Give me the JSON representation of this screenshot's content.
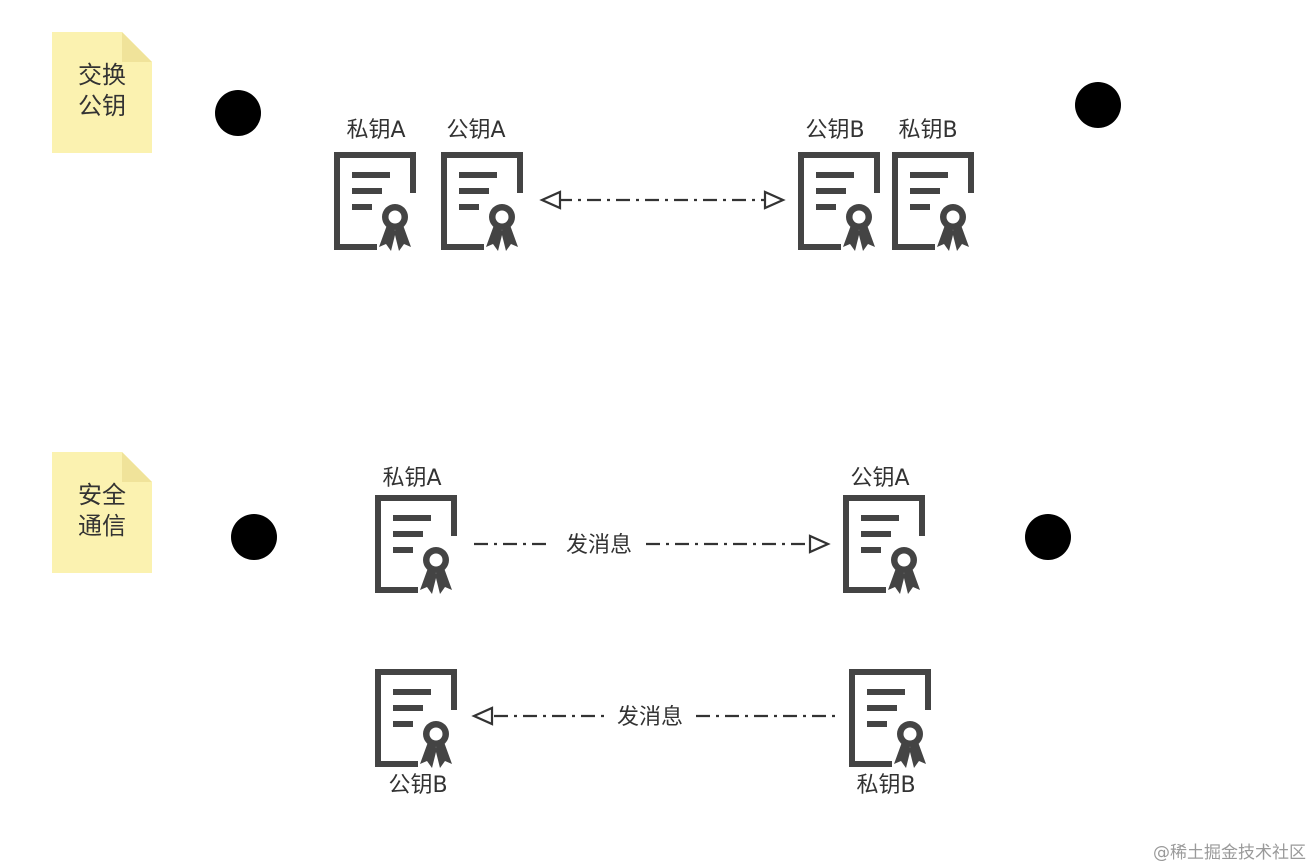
{
  "exchange": {
    "note_line1": "交换",
    "note_line2": "公钥",
    "left_key1": "私钥A",
    "left_key2": "公钥A",
    "right_key1": "公钥B",
    "right_key2": "私钥B"
  },
  "secure": {
    "note_line1": "安全",
    "note_line2": "通信",
    "top_left_key": "私钥A",
    "top_right_key": "公钥A",
    "top_message": "发消息",
    "bottom_left_key": "公钥B",
    "bottom_right_key": "私钥B",
    "bottom_message": "发消息"
  },
  "watermark": "@稀土掘金技术社区",
  "colors": {
    "note": "#fbf2b0",
    "note_fold": "#f0e39a",
    "certificate": "#444444",
    "line": "#333333"
  },
  "icons": {
    "certificate": "certificate-icon",
    "actor": "stick-figure-actor"
  }
}
